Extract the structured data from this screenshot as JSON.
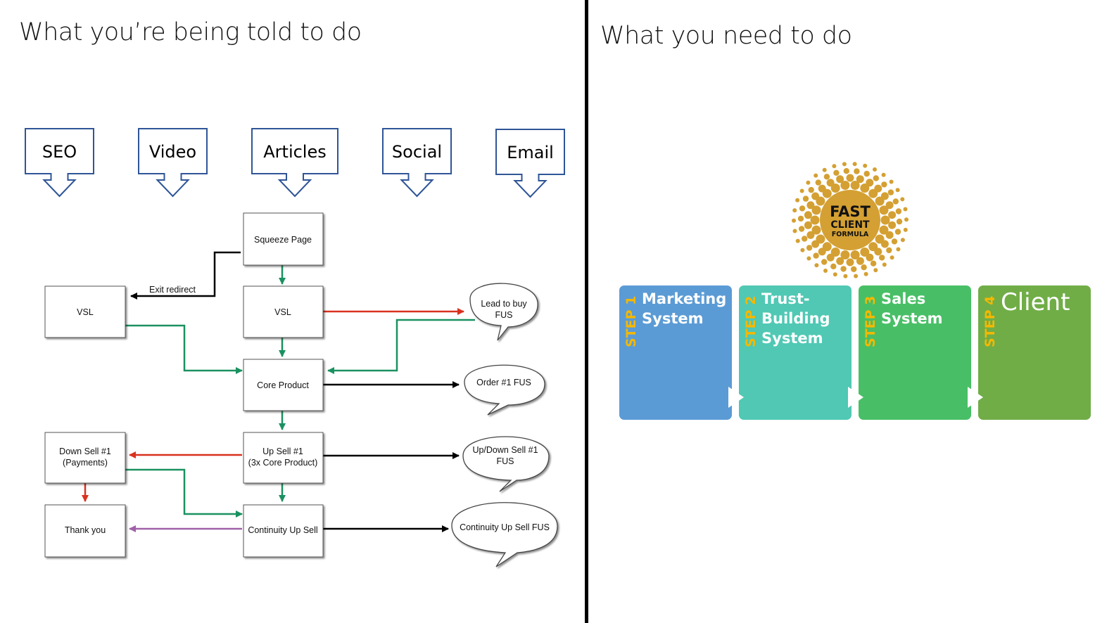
{
  "left_panel": {
    "heading": "What you’re being told to do",
    "sources": [
      "SEO",
      "Video",
      "Articles",
      "Social",
      "Email"
    ],
    "nodes": {
      "squeeze": "Squeeze Page",
      "vsl_main": "VSL",
      "vsl_exit": "VSL",
      "core": "Core Product",
      "upsell_l1": "Up Sell #1",
      "upsell_l2": "(3x Core Product)",
      "downsell_l1": "Down Sell #1",
      "downsell_l2": "(Payments)",
      "thankyou": "Thank you",
      "continuity": "Continuity Up Sell"
    },
    "bubbles": {
      "lead_l1": "Lead to buy",
      "lead_l2": "FUS",
      "order": "Order #1 FUS",
      "updown_l1": "Up/Down Sell #1",
      "updown_l2": "FUS",
      "continuity": "Continuity Up Sell FUS"
    },
    "edge_labels": {
      "exit": "Exit redirect"
    },
    "colors": {
      "green": "#1a9160",
      "red": "#d9321f",
      "purple": "#a060a8",
      "black": "#000000",
      "source_border": "#2f5597"
    }
  },
  "right_panel": {
    "heading": "What you need to do",
    "logo": {
      "line1": "FAST",
      "line2": "CLIENT",
      "line3": "FORMULA",
      "color": "#d4a033"
    },
    "steps": [
      {
        "tag": "STEP 1",
        "title_lines": [
          "Marketing",
          "System"
        ],
        "color": "#5b9bd5"
      },
      {
        "tag": "STEP 2",
        "title_lines": [
          "Trust-",
          "Building",
          "System"
        ],
        "color": "#50c8b4"
      },
      {
        "tag": "STEP 3",
        "title_lines": [
          "Sales",
          "System"
        ],
        "color": "#48bf66"
      },
      {
        "tag": "STEP 4",
        "title_lines": [
          "Client"
        ],
        "color": "#70ad47"
      }
    ],
    "tag_color": "#f5b800"
  }
}
